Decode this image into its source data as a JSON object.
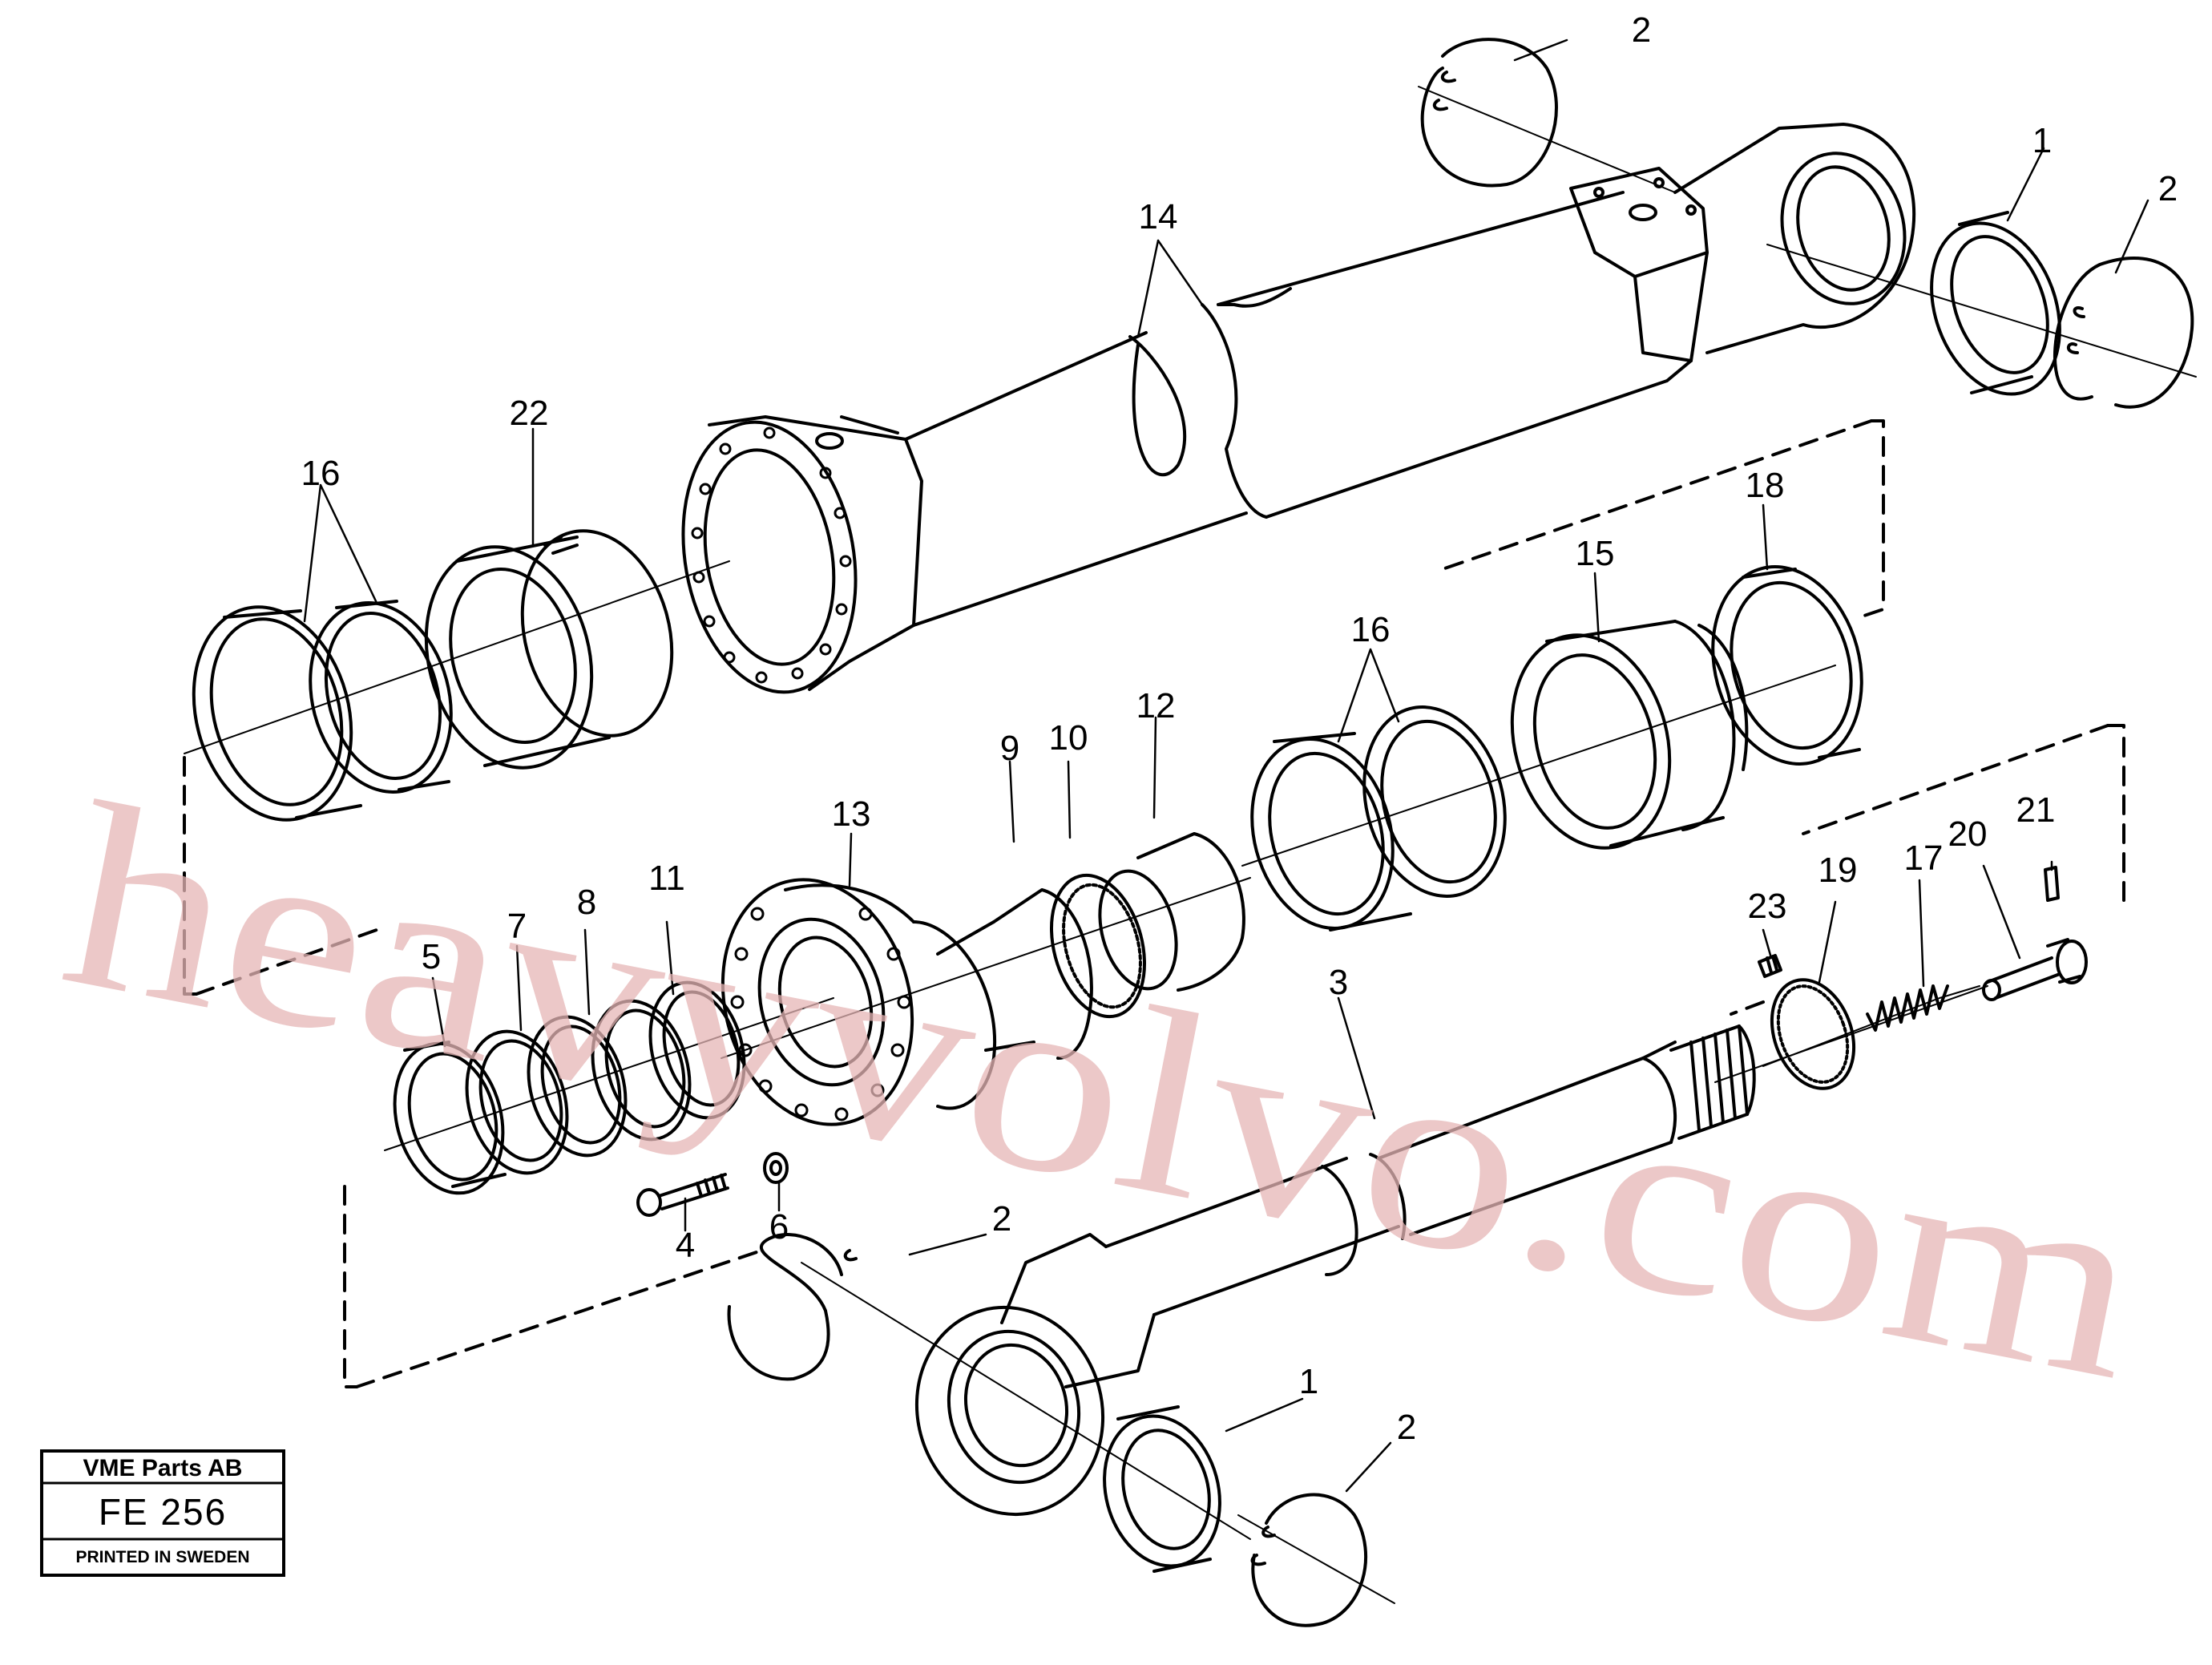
{
  "diagram": {
    "callouts": {
      "c1": "1",
      "c2": "2",
      "c3": "3",
      "c4": "4",
      "c5": "5",
      "c6": "6",
      "c7": "7",
      "c8": "8",
      "c9": "9",
      "c10": "10",
      "c11": "11",
      "c12": "12",
      "c13": "13",
      "c14": "14",
      "c15": "15",
      "c16": "16",
      "c17": "17",
      "c18": "18",
      "c19": "19",
      "c20": "20",
      "c21": "21",
      "c22": "22",
      "c23": "23"
    },
    "watermark": "heavyvolvo.com",
    "stamp": {
      "company": "VME Parts AB",
      "code": "FE 256",
      "printed": "PRINTED IN SWEDEN"
    }
  }
}
